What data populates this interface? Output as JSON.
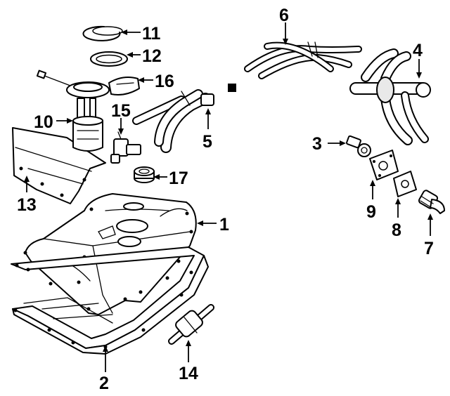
{
  "diagram": {
    "callouts": [
      {
        "id": "1",
        "label": "1"
      },
      {
        "id": "2",
        "label": "2"
      },
      {
        "id": "3",
        "label": "3"
      },
      {
        "id": "4",
        "label": "4"
      },
      {
        "id": "5",
        "label": "5"
      },
      {
        "id": "6",
        "label": "6"
      },
      {
        "id": "7",
        "label": "7"
      },
      {
        "id": "8",
        "label": "8"
      },
      {
        "id": "9",
        "label": "9"
      },
      {
        "id": "10",
        "label": "10"
      },
      {
        "id": "11",
        "label": "11"
      },
      {
        "id": "12",
        "label": "12"
      },
      {
        "id": "13",
        "label": "13"
      },
      {
        "id": "14",
        "label": "14"
      },
      {
        "id": "15",
        "label": "15"
      },
      {
        "id": "16",
        "label": "16"
      },
      {
        "id": "17",
        "label": "17"
      }
    ],
    "parts": [
      "fuel-tank",
      "skid-plate",
      "vent-valve",
      "vapor-hose-assembly",
      "filler-hose-pipe",
      "fuel-lines",
      "vent-connector",
      "gasket",
      "mount-plate",
      "fuel-pump-assembly",
      "lock-ring",
      "seal-ring",
      "tank-insulator",
      "fuel-filter",
      "pump-connector",
      "insulator-pad",
      "rollover-valve",
      "section-marker"
    ]
  }
}
